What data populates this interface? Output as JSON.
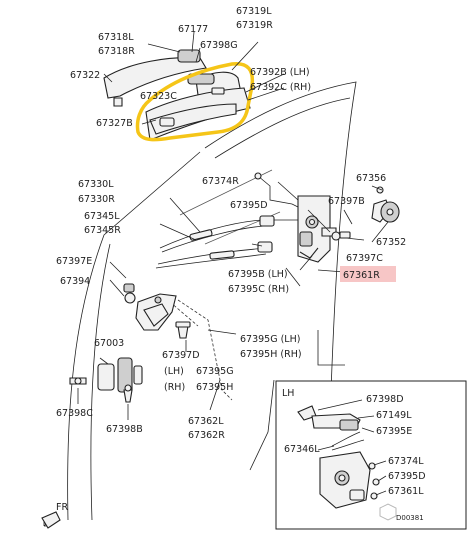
{
  "diagram": {
    "labels": {
      "p67318L": "67318L",
      "p67318R": "67318R",
      "p67177": "67177",
      "p67398G": "67398G",
      "p67319L": "67319L",
      "p67319R": "67319R",
      "p67322": "67322",
      "p67392B": "67392B (LH)",
      "p67392C": "67392C (RH)",
      "p67323": "67323C",
      "p67327B": "67327B",
      "p67374R": "67374R",
      "p67356": "67356",
      "p67330L": "67330L",
      "p67330R": "67330R",
      "p67395D": "67395D",
      "p67397B": "67397B",
      "p67345L": "67345L",
      "p67345R": "67345R",
      "p67352": "67352",
      "p67397C": "67397C",
      "p67397E": "67397E",
      "p67394": "67394",
      "p67395B": "67395B (LH)",
      "p67395C": "67395C (RH)",
      "p67361R": "67361R",
      "p67003": "67003",
      "p67395G": "67395G (LH)",
      "p67395H": "67395H (RH)",
      "p67397D": "67397D",
      "p67395G2": "67395G",
      "lh2": "(LH)",
      "rh2": "(RH)",
      "p67395H2": "67395H",
      "p67398C": "67398C",
      "p67398B": "67398B",
      "p67362L": "67362L",
      "p67362R": "67362R"
    },
    "inset": {
      "title": "LH",
      "p67398D": "67398D",
      "p67149L": "67149L",
      "p67395E": "67395E",
      "p67346L": "67346L",
      "p67374L": "67374L",
      "p67395D": "67395D",
      "p67361L": "67361L",
      "code": "D00381"
    },
    "front_marker": "FR",
    "colors": {
      "highlight": "#f5c518",
      "callout_fill": "#f7c6c6",
      "line": "#222222"
    }
  }
}
